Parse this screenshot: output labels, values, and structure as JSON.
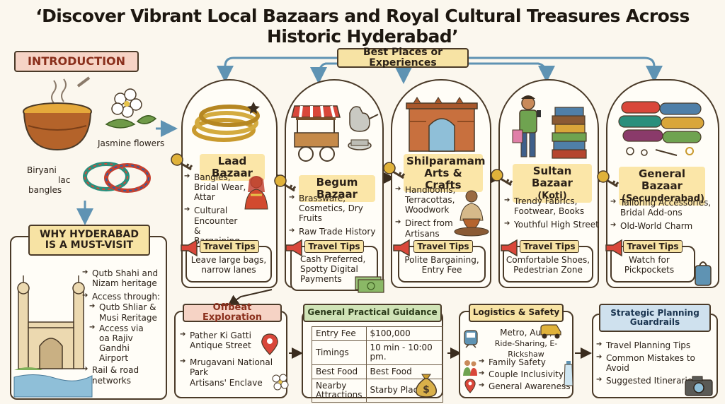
{
  "title": "‘Discover Vibrant Local Bazaars and Royal Cultural Treasures Across Historic Hyderabad’",
  "introduction": {
    "label": "INTRODUCTION",
    "captions": {
      "jasmine": "Jasmine flowers",
      "biryani": "Biryani",
      "lac": "lac",
      "bangles": "bangles"
    }
  },
  "why": {
    "label_line1": "WHY HYDERABAD",
    "label_line2": "IS A MUST-VISIT",
    "bullets": [
      {
        "line1": "Qutb Shahi and",
        "line2": "Nizam heritage"
      },
      {
        "line1": "Access through:",
        "line2": ""
      }
    ],
    "sub_bullets": [
      {
        "line1": "Qutb Shliar &",
        "line2": "Musi Reritage"
      },
      {
        "line1": "Access via",
        "line2": "oa Rajiv Gandhi",
        "line3": "Airport"
      },
      {
        "line1": "Rail & road",
        "line2": "networks"
      }
    ]
  },
  "best_places": {
    "label": "Best Places or Experiences",
    "places": [
      {
        "name_line1": "Laad Bazaar",
        "name_line2": "",
        "items": [
          {
            "line1": "Bangles,",
            "line2": "Bridal Wear,",
            "line3": "Attar"
          },
          {
            "line1": "Cultural Encounter",
            "line2": "& Bargaining",
            "line3": ""
          }
        ],
        "tips_label": "Travel Tips",
        "tip_line1": "Leave large bags,",
        "tip_line2": "narrow lanes",
        "tip_line3": ""
      },
      {
        "name_line1": "Begum Bazaar",
        "name_line2": "",
        "items": [
          {
            "line1": "Brassware,",
            "line2": "Cosmetics, Dry Fruits",
            "line3": ""
          },
          {
            "line1": "Raw Trade History",
            "line2": "",
            "line3": ""
          }
        ],
        "tips_label": "Travel Tips",
        "tip_line1": "Cash Preferred,",
        "tip_line2": "Spotty Digital",
        "tip_line3": "Payments"
      },
      {
        "name_line1": "Shilparamam",
        "name_line2": "Arts & Crafts",
        "items": [
          {
            "line1": "Handlooms,",
            "line2": "Terracottas,",
            "line3": "Woodwork"
          },
          {
            "line1": "Direct from",
            "line2": "Artisans",
            "line3": ""
          }
        ],
        "tips_label": "Travel Tips",
        "tip_line1": "Polite Bargaining,",
        "tip_line2": "Entry Fee",
        "tip_line3": ""
      },
      {
        "name_line1": "Sultan Bazaar",
        "name_line2": "(Koti)",
        "items": [
          {
            "line1": "Trendy Fabrics,",
            "line2": "Footwear, Books",
            "line3": ""
          },
          {
            "line1": "Youthful High Street",
            "line2": "",
            "line3": ""
          }
        ],
        "tips_label": "Travel Tips",
        "tip_line1": "Comfortable Shoes,",
        "tip_line2": "Pedestrian Zone",
        "tip_line3": ""
      },
      {
        "name_line1": "General Bazaar",
        "name_line2": "(Secunderabad)",
        "items": [
          {
            "line1": "Tailoring Accessories,",
            "line2": "Bridal Add-ons",
            "line3": ""
          },
          {
            "line1": "Old-World Charm",
            "line2": "",
            "line3": ""
          }
        ],
        "tips_label": "Travel Tips",
        "tip_line1": "Watch for",
        "tip_line2": "Pickpockets",
        "tip_line3": ""
      }
    ]
  },
  "offbeat": {
    "label": "Offbeat Exploration",
    "items": [
      {
        "line1": "Pather Ki Gatti",
        "line2": "Antique Street"
      },
      {
        "line1": "Mrugavani National Park",
        "line2": "Artisans' Enclave"
      }
    ]
  },
  "guidance": {
    "label": "General Practical Guidance",
    "rows": [
      {
        "key": "Entry Fee",
        "key2": "",
        "value": "$100,000"
      },
      {
        "key": "Timings",
        "key2": "",
        "value": "10 min - 10:00 pm."
      },
      {
        "key": "Best Food",
        "key2": "",
        "value": "Best Food"
      },
      {
        "key": "Nearby",
        "key2": "Attractions",
        "value": "Starby Places"
      }
    ]
  },
  "logistics": {
    "label": "Logistics & Safety",
    "transport_line1": "Metro, Auto,",
    "transport_line2": "Ride-Sharing, E-Rickshaw",
    "items": [
      "Family Safety",
      "Couple Inclusivity",
      "General Awareness"
    ]
  },
  "strategic": {
    "label_line1": "Strategic Planning",
    "label_line2": "Guardrails",
    "items": [
      "Travel Planning Tips",
      "Common Mistakes to Avoid",
      "Suggested Itineraries"
    ]
  },
  "colors": {
    "ink": "#2b2118",
    "pink_ribbon": "#f6d3c5",
    "yellow_ribbon": "#f7e3a4",
    "green_ribbon": "#cfe3b6",
    "blue_ribbon": "#cfe1ee",
    "arrow_blue": "#5f93b3",
    "key_gold": "#e0b23a",
    "megaphone_red": "#d9473a"
  },
  "icons": [
    "biryani-pot-icon",
    "jasmine-icon",
    "bangles-icon",
    "charminar-icon",
    "key-icon",
    "megaphone-icon",
    "stall-icon",
    "gate-icon",
    "potter-icon",
    "shopper-icon",
    "books-icon",
    "fabric-rolls-icon",
    "map-pin-icon",
    "money-bag-icon",
    "train-icon",
    "rickshaw-icon",
    "camera-icon",
    "water-bottle-icon",
    "cash-icon",
    "bag-icon"
  ]
}
